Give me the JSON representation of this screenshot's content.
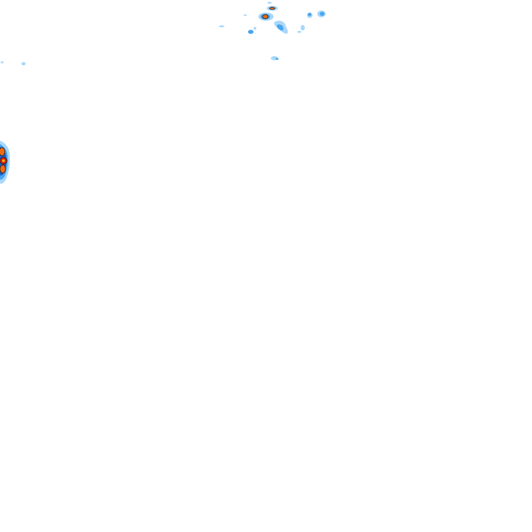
{
  "map": {
    "layer": "precipitation-radar-tile",
    "background": "#ffffff",
    "palette": {
      "light": "#a9d8fb",
      "medium": "#4aa6ee",
      "heavy": "#1b5fd0",
      "intense": "#f26a10",
      "extreme": "#d91a12",
      "outline": "#2a2a2a"
    },
    "cells": [
      {
        "id": "cell-west-edge",
        "intensity": "extreme"
      },
      {
        "id": "cell-north-main",
        "intensity": "intense"
      },
      {
        "id": "cell-north-secondary",
        "intensity": "intense"
      },
      {
        "id": "cell-north-east-showers",
        "intensity": "medium"
      },
      {
        "id": "cell-north-scattered",
        "intensity": "light"
      },
      {
        "id": "cell-far-west-specks",
        "intensity": "light"
      }
    ]
  }
}
